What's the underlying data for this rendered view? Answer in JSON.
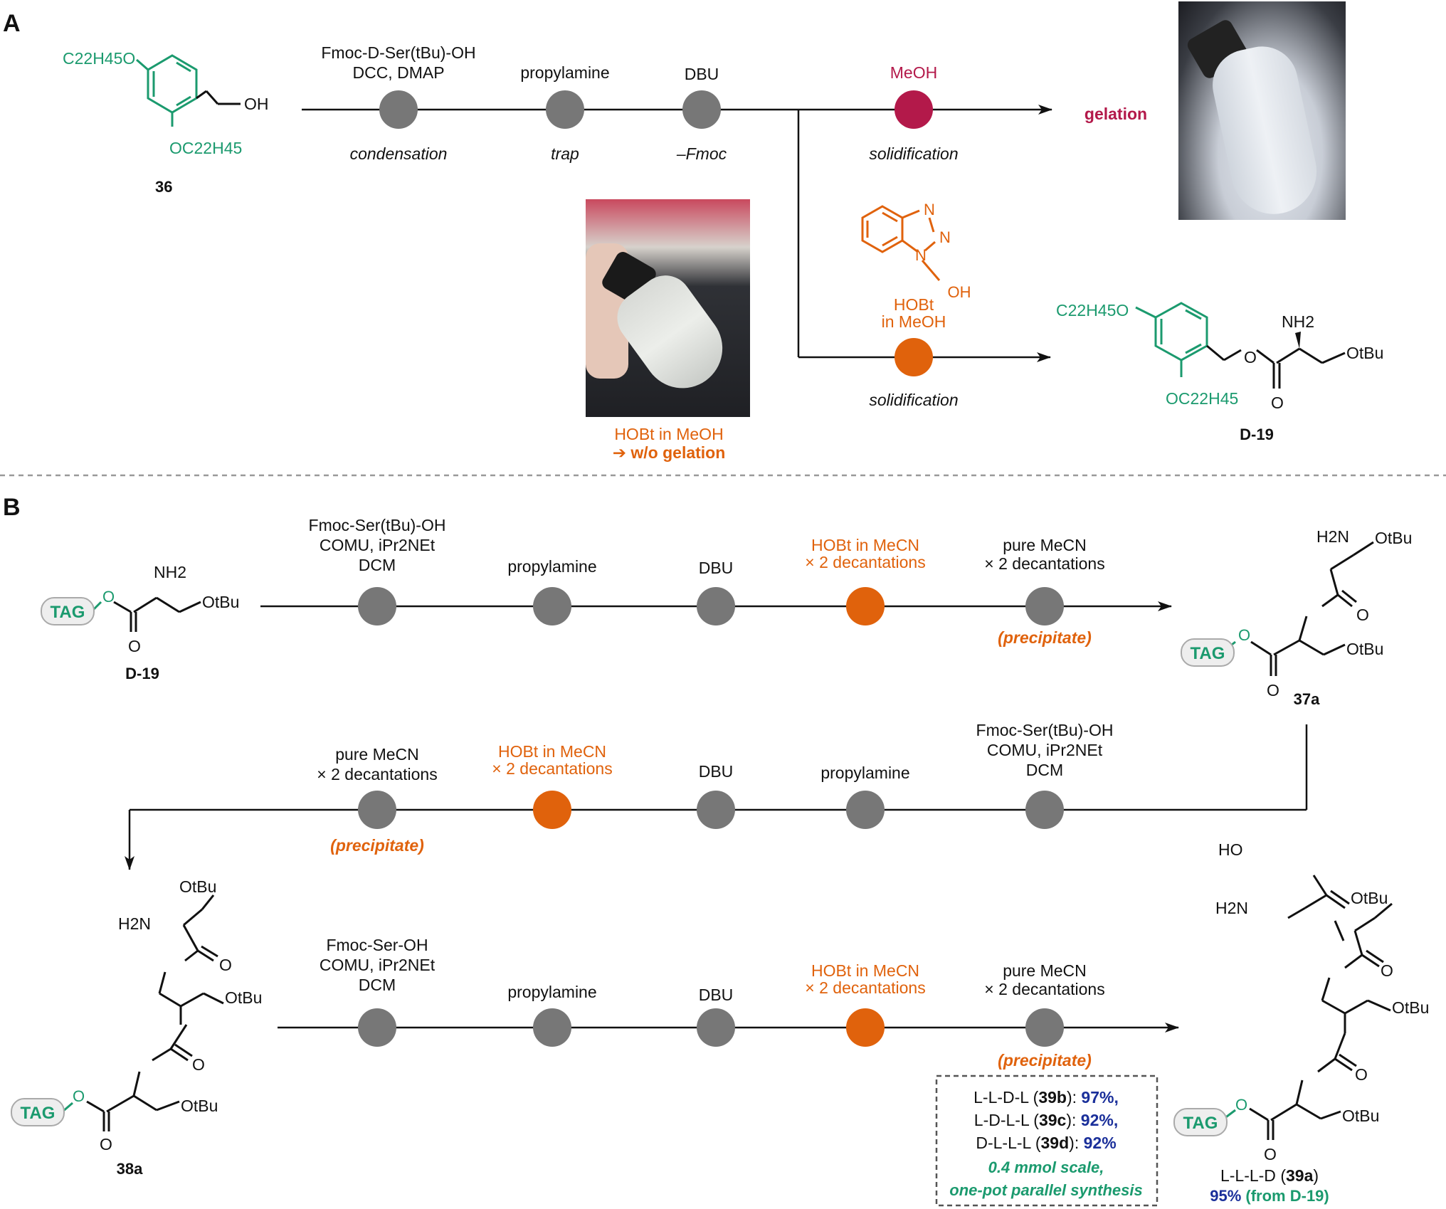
{
  "panels": {
    "a": "A",
    "b": "B"
  },
  "colors": {
    "green": "#1b9a6e",
    "orange": "#e0620c",
    "crimson": "#b3194a",
    "gray_node": "#777777",
    "navy": "#1a2f9a",
    "line": "#111111",
    "divider": "#999999"
  },
  "panel_a": {
    "compound_36": {
      "number": "36",
      "sub_top": "C22H45O",
      "sub_bottom": "OC22H45",
      "hydroxyl": "OH"
    },
    "steps": [
      {
        "reagents": [
          "Fmoc-D-Ser(tBu)-OH",
          "DCC, DMAP"
        ],
        "label": "condensation"
      },
      {
        "reagents": [
          "propylamine"
        ],
        "label": "trap"
      },
      {
        "reagents": [
          "DBU"
        ],
        "label": "–Fmoc"
      }
    ],
    "branch_gel": {
      "reagent": "MeOH",
      "label": "solidification",
      "result": "gelation"
    },
    "branch_hobt": {
      "hobt_atoms": {
        "n1": "N",
        "n2": "N",
        "n3": "N",
        "oh": "OH"
      },
      "reagent": [
        "HOBt",
        "in MeOH"
      ],
      "label": "solidification"
    },
    "photo_caption": [
      "HOBt in MeOH",
      "➔ w/o gelation"
    ],
    "product": {
      "name": "D-19",
      "sub_top": "C22H45O",
      "sub_bottom": "OC22H45",
      "amine": "NH2",
      "ether": "OtBu",
      "carbonyl": "O",
      "ester": "O"
    }
  },
  "panel_b": {
    "start": {
      "name": "D-19",
      "tag": "TAG",
      "amine": "NH2",
      "ether": "OtBu",
      "carbonyl": "O",
      "ester": "O"
    },
    "row1": [
      {
        "reagents": [
          "Fmoc-Ser(tBu)-OH",
          "COMU, iPr2NEt",
          "DCM"
        ],
        "color": "gray"
      },
      {
        "reagents": [
          "propylamine"
        ],
        "color": "gray"
      },
      {
        "reagents": [
          "DBU"
        ],
        "color": "gray"
      },
      {
        "reagents": [
          "HOBt in MeCN",
          "× 2 decantations"
        ],
        "color": "orange"
      },
      {
        "reagents": [
          "pure MeCN",
          "× 2 decantations"
        ],
        "color": "gray",
        "note": "(precipitate)"
      }
    ],
    "product_37a": {
      "name": "37a"
    },
    "row2": [
      {
        "reagents": [
          "pure MeCN",
          "× 2 decantations"
        ],
        "color": "gray",
        "note": "(precipitate)"
      },
      {
        "reagents": [
          "HOBt in MeCN",
          "× 2 decantations"
        ],
        "color": "orange"
      },
      {
        "reagents": [
          "DBU"
        ],
        "color": "gray"
      },
      {
        "reagents": [
          "propylamine"
        ],
        "color": "gray"
      },
      {
        "reagents": [
          "Fmoc-Ser(tBu)-OH",
          "COMU, iPr2NEt",
          "DCM"
        ],
        "color": "gray"
      }
    ],
    "product_38a": {
      "name": "38a"
    },
    "row3": [
      {
        "reagents": [
          "Fmoc-Ser-OH",
          "COMU, iPr2NEt",
          "DCM"
        ],
        "color": "gray"
      },
      {
        "reagents": [
          "propylamine"
        ],
        "color": "gray"
      },
      {
        "reagents": [
          "DBU"
        ],
        "color": "gray"
      },
      {
        "reagents": [
          "HOBt in MeCN",
          "× 2 decantations"
        ],
        "color": "orange"
      },
      {
        "reagents": [
          "pure MeCN",
          "× 2 decantations"
        ],
        "color": "gray",
        "note": "(precipitate)"
      }
    ],
    "results_box": {
      "lines": [
        {
          "seq": "L-L-D-L",
          "id": "39b",
          "yield": "97%,"
        },
        {
          "seq": "L-D-L-L",
          "id": "39c",
          "yield": "92%,"
        },
        {
          "seq": "D-L-L-L",
          "id": "39d",
          "yield": "92%"
        }
      ],
      "note": [
        "0.4 mmol scale,",
        "one-pot parallel synthesis"
      ]
    },
    "product_39a": {
      "seq": "L-L-L-D",
      "id": "39a",
      "yield": "95%",
      "from": "(from D-19)",
      "hydroxyl": "HO",
      "amine": "H2N"
    }
  }
}
